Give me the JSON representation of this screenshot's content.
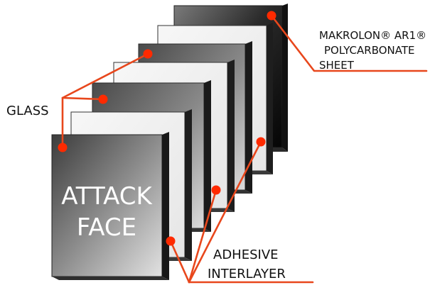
{
  "labels": {
    "polycarbonate_line1": "MAKROLON® AR1®",
    "polycarbonate_line2": "POLYCARBONATE",
    "polycarbonate_line3": "SHEET",
    "glass": "GLASS",
    "attack_face_line1": "ATTACK",
    "attack_face_line2": "FACE",
    "adhesive_line1": "ADHESIVE",
    "adhesive_line2": "INTERLAYER"
  },
  "colors": {
    "leader": "#e8471c",
    "dot": "#ff2a00",
    "glass_light": "#d4d4d4",
    "glass_dark": "#3a3a3a",
    "interlayer_face": "#f0f0f0",
    "polycarbonate_dark": "#0c0c0c",
    "panel_edge": "#202020",
    "attack_text": "#ffffff"
  }
}
